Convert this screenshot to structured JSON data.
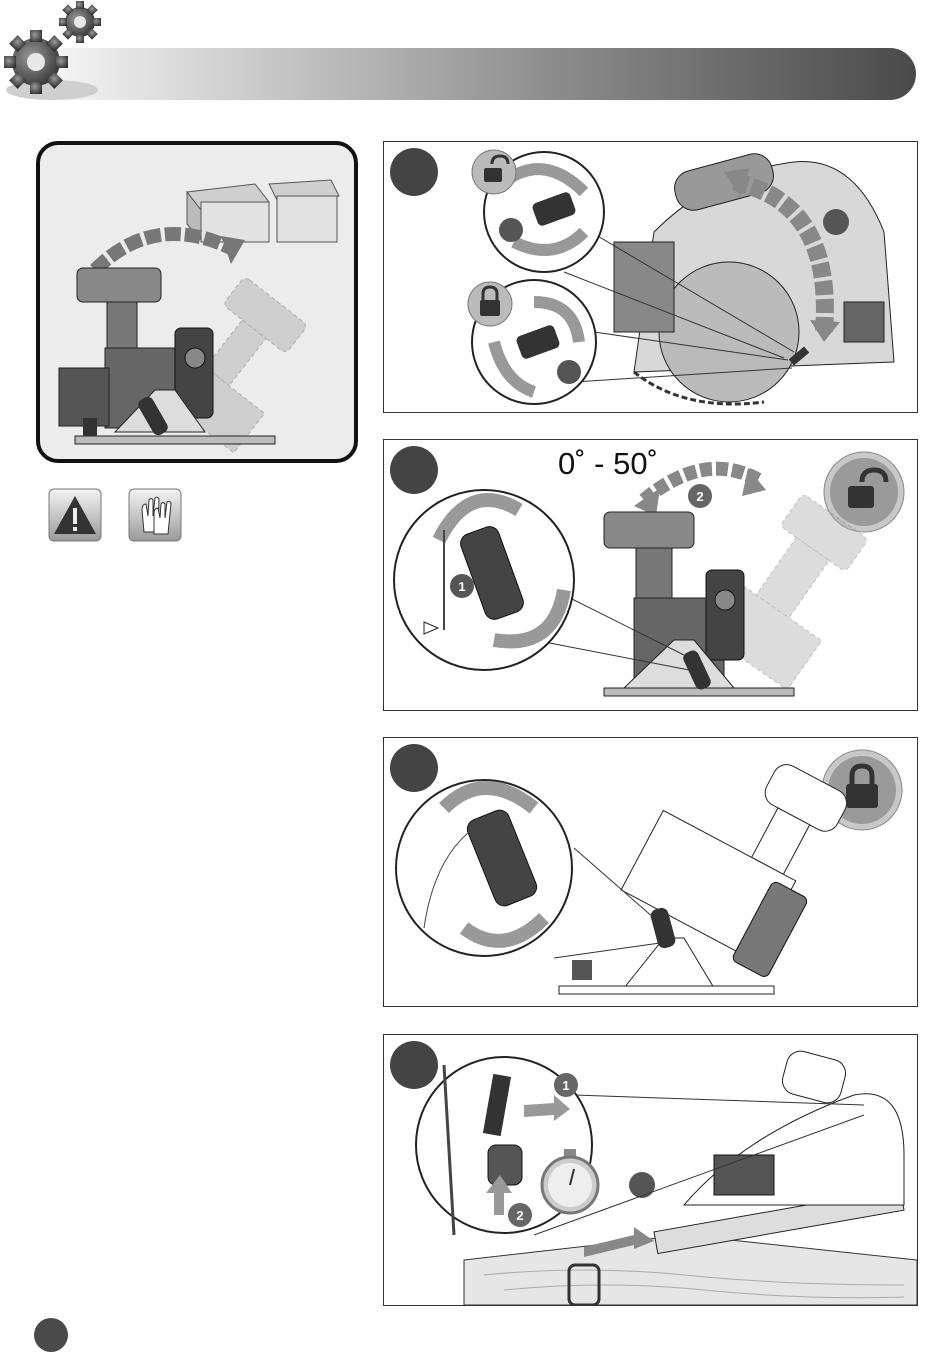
{
  "header": {
    "bar_start_color": "#f4f4f4",
    "bar_end_color": "#4a4a4a"
  },
  "overview": {
    "angle_range_label": "0˚ - 50˚"
  },
  "steps": [
    {
      "callouts": [
        "",
        ""
      ]
    },
    {
      "callouts": [
        "1",
        "2"
      ]
    },
    {
      "callouts": []
    },
    {
      "callouts": [
        "1",
        "2"
      ]
    }
  ],
  "icons": [
    "warning-icon",
    "gloves-icon",
    "unlock-icon",
    "lock-icon",
    "stopwatch-icon",
    "gear-icon"
  ]
}
